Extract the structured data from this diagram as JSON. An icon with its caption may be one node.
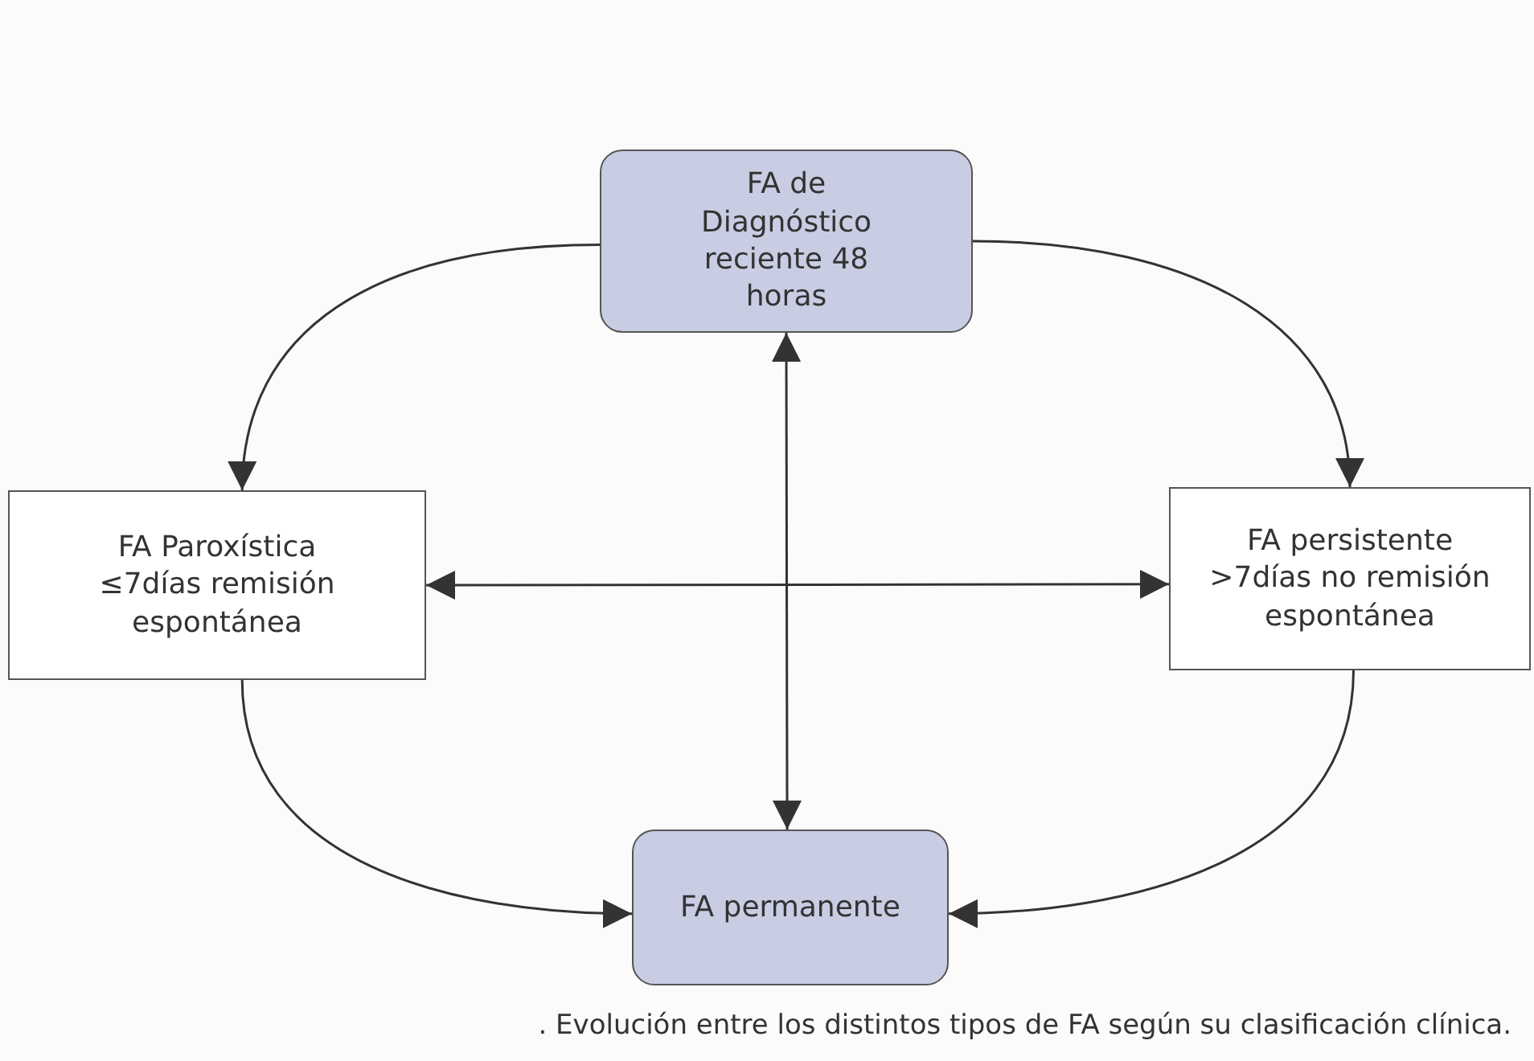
{
  "diagram": {
    "caption": ". Evolución entre los distintos tipos de FA según su clasificación clínica.",
    "nodes": [
      {
        "text": [
          "FA de Diagnóstico reciente 48 horas"
        ]
      },
      {
        "text": [
          "FA Paroxística ≤7días remisión espontánea"
        ]
      },
      {
        "text": [
          "FA persistente >7días no remisión espontánea"
        ]
      },
      {
        "text": [
          "FA permanente"
        ]
      }
    ],
    "edges": [
      {
        "from": 0,
        "to": 1,
        "arrow": "to"
      },
      {
        "from": 0,
        "to": 2,
        "arrow": "to"
      },
      {
        "from": 0,
        "to": 3,
        "arrow": "both"
      },
      {
        "from": 1,
        "to": 2,
        "arrow": "both"
      },
      {
        "from": 1,
        "to": 3,
        "arrow": "to"
      },
      {
        "from": 2,
        "to": 3,
        "arrow": "to"
      }
    ]
  }
}
